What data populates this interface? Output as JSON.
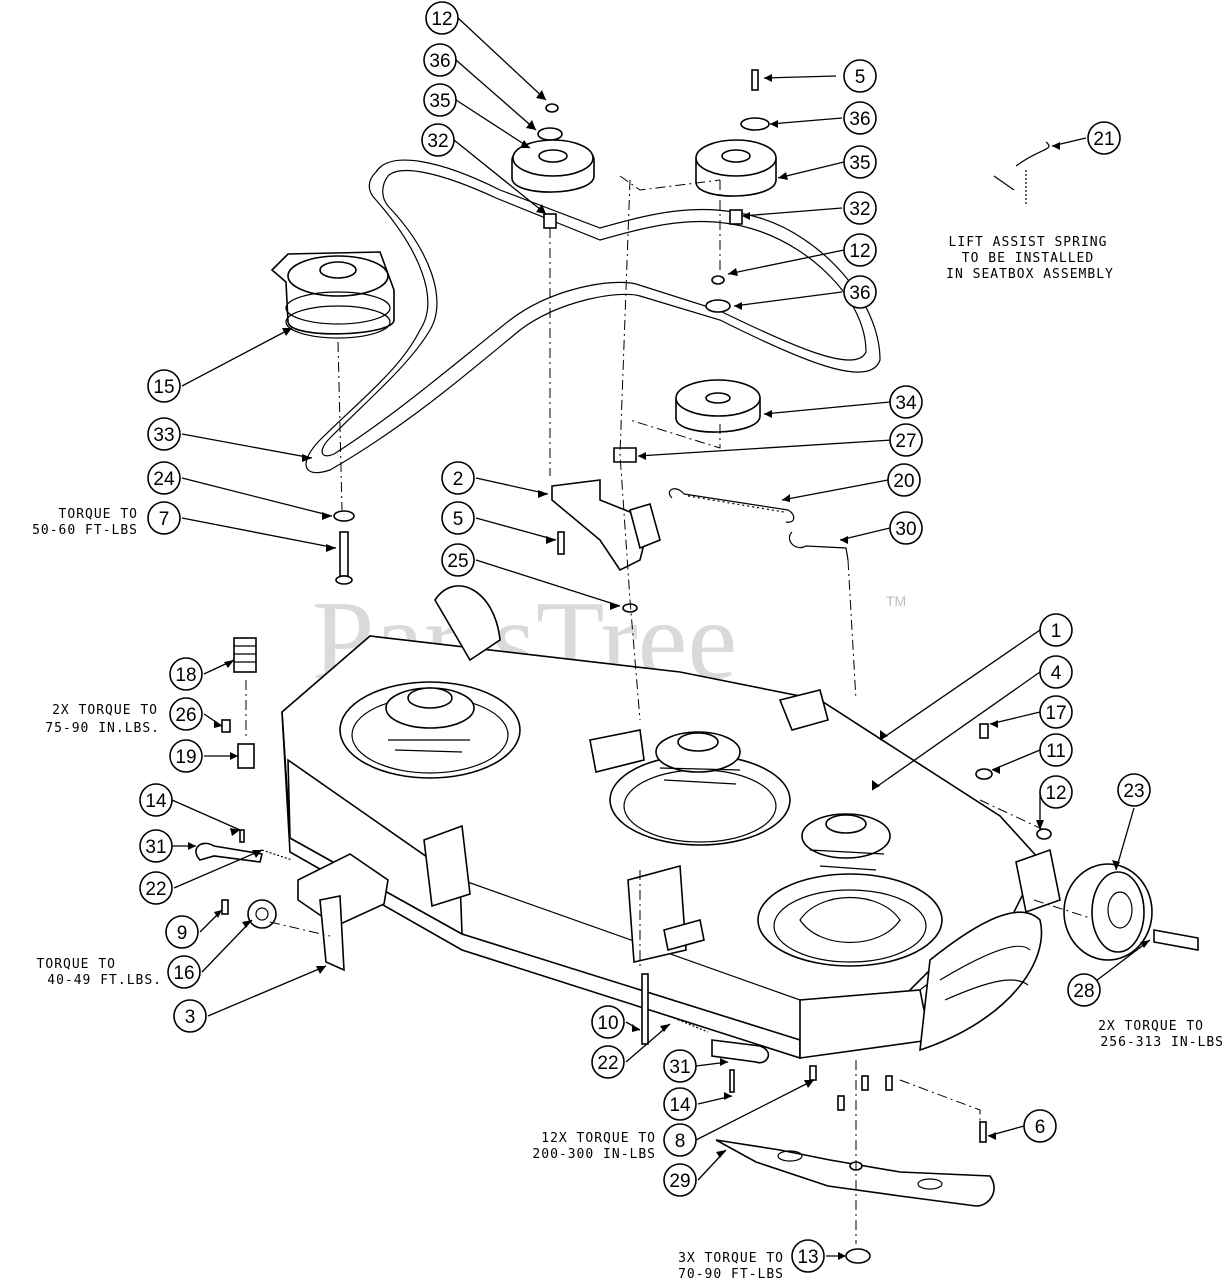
{
  "watermark": {
    "text": "PartsTree",
    "trademark": "TM"
  },
  "callouts": [
    {
      "num": "12"
    },
    {
      "num": "36"
    },
    {
      "num": "35"
    },
    {
      "num": "32"
    },
    {
      "num": "5"
    },
    {
      "num": "36"
    },
    {
      "num": "35"
    },
    {
      "num": "32"
    },
    {
      "num": "12"
    },
    {
      "num": "36"
    },
    {
      "num": "21"
    },
    {
      "num": "34"
    },
    {
      "num": "27"
    },
    {
      "num": "20"
    },
    {
      "num": "30"
    },
    {
      "num": "15"
    },
    {
      "num": "33"
    },
    {
      "num": "24"
    },
    {
      "num": "7"
    },
    {
      "num": "2"
    },
    {
      "num": "5"
    },
    {
      "num": "25"
    },
    {
      "num": "1"
    },
    {
      "num": "4"
    },
    {
      "num": "17"
    },
    {
      "num": "11"
    },
    {
      "num": "12"
    },
    {
      "num": "23"
    },
    {
      "num": "18"
    },
    {
      "num": "26"
    },
    {
      "num": "19"
    },
    {
      "num": "14"
    },
    {
      "num": "31"
    },
    {
      "num": "22"
    },
    {
      "num": "9"
    },
    {
      "num": "16"
    },
    {
      "num": "3"
    },
    {
      "num": "10"
    },
    {
      "num": "22"
    },
    {
      "num": "31"
    },
    {
      "num": "14"
    },
    {
      "num": "8"
    },
    {
      "num": "6"
    },
    {
      "num": "29"
    },
    {
      "num": "28"
    },
    {
      "num": "13"
    }
  ],
  "notes": {
    "lift_assist": [
      "LIFT ASSIST SPRING",
      "TO BE INSTALLED",
      "IN SEATBOX ASSEMBLY"
    ],
    "torque_7": [
      "TORQUE TO",
      "50-60 FT-LBS"
    ],
    "torque_26": [
      "2X TORQUE TO",
      "75-90 IN.LBS."
    ],
    "torque_16": [
      "TORQUE TO",
      "40-49 FT.LBS."
    ],
    "torque_28": [
      "2X TORQUE TO",
      "256-313 IN-LBS"
    ],
    "torque_8": [
      "12X TORQUE TO",
      "200-300 IN-LBS"
    ],
    "torque_13": [
      "3X TORQUE TO",
      "70-90 FT-LBS"
    ]
  }
}
